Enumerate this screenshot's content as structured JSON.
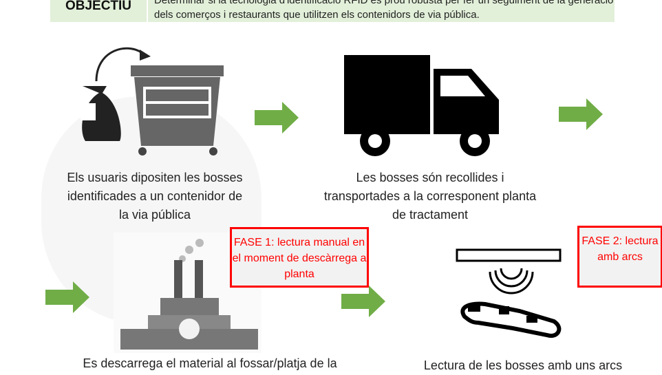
{
  "objective": {
    "label": "OBJECTIU",
    "text": "Determinar si la tecnologia d'identificació RFID és prou robusta per fer un seguiment de la generació dels comerços i restaurants que utilitzen els contenidors de via pública."
  },
  "steps": [
    {
      "caption": "Els usuaris dipositen les bosses identificades a un contenidor de la via pública"
    },
    {
      "caption": "Les bosses són recollides i transportades a la corresponent planta de tractament"
    },
    {
      "caption": "Es descarrega el material al fossar/platja de la"
    },
    {
      "caption": "Lectura de les bosses amb uns arcs"
    }
  ],
  "phases": [
    {
      "text": "FASE 1: lectura manual en el moment de descàrrega a planta"
    },
    {
      "text": "FASE 2: lectura amb arcs"
    }
  ],
  "colors": {
    "arrow": "#70ad47",
    "phase_border": "#ff0000",
    "objective_bg": "#e2efd9"
  }
}
